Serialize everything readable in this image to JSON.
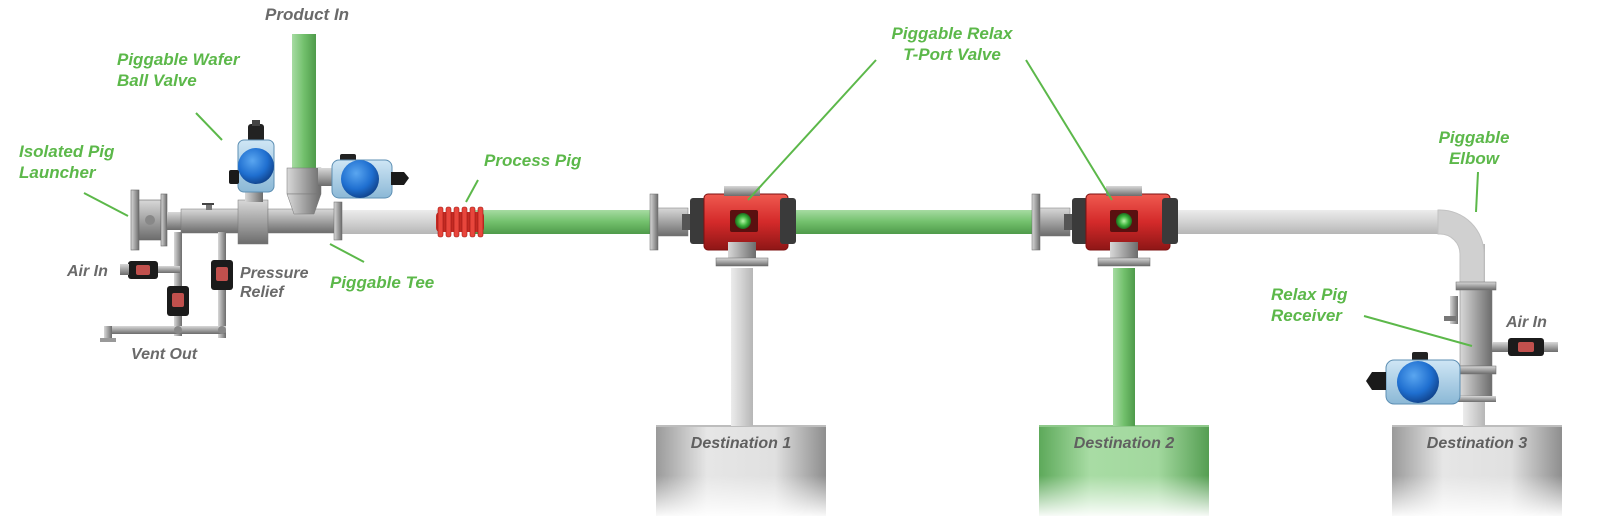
{
  "labels": {
    "product_in": "Product In",
    "wafer_valve_line1": "Piggable Wafer",
    "wafer_valve_line2": "Ball Valve",
    "launcher_line1": "Isolated Pig",
    "launcher_line2": "Launcher",
    "air_in_left": "Air In",
    "pressure_relief_line1": "Pressure",
    "pressure_relief_line2": "Relief",
    "vent_out": "Vent Out",
    "piggable_tee": "Piggable Tee",
    "process_pig": "Process Pig",
    "relax_valve_line1": "Piggable Relax",
    "relax_valve_line2": "T-Port Valve",
    "elbow_line1": "Piggable",
    "elbow_line2": "Elbow",
    "receiver_line1": "Relax Pig",
    "receiver_line2": "Receiver",
    "air_in_right": "Air In"
  },
  "destinations": [
    "Destination 1",
    "Destination 2",
    "Destination 3"
  ],
  "colors": {
    "label_green": "#5cb84a",
    "label_gray": "#6a6a6a",
    "product_pipe": "#7cc87a",
    "empty_pipe": "#d4d4d4",
    "valve_red": "#d42a2a",
    "actuator_blue": "#1f6fd0",
    "pig_red": "#d9342c"
  },
  "icons": [
    "ball-valve-actuator-icon",
    "t-port-valve-icon",
    "process-pig-icon",
    "solenoid-valve-icon",
    "pig-launcher-icon",
    "pig-receiver-icon"
  ]
}
